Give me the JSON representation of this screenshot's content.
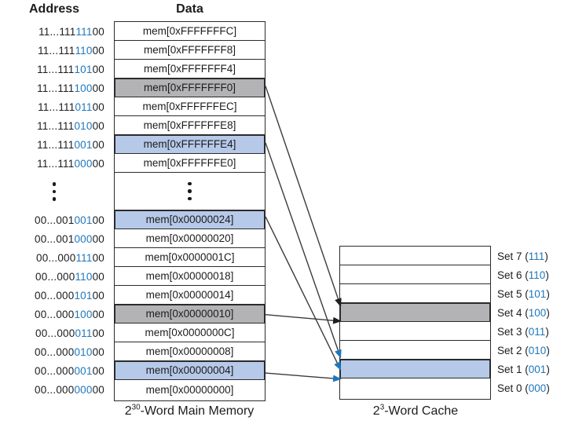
{
  "headers": {
    "address": "Address",
    "data": "Data"
  },
  "colors": {
    "ink": "#2b2b2b",
    "arrow_line": "#3b3b3b",
    "accent_blue": "#1e77bd",
    "highlight_gray": "#b3b3b6",
    "highlight_blue": "#b6c9e8"
  },
  "icons": {
    "vertical_ellipsis": "three stacked dots"
  },
  "memory": {
    "caption": {
      "base": "2",
      "exponent": "30",
      "suffix": "-Word Main Memory"
    },
    "rows_top": [
      {
        "address": {
          "tag": "11...111",
          "set": "111",
          "offset": "00"
        },
        "data": "mem[0xFFFFFFFC]",
        "highlight": "none"
      },
      {
        "address": {
          "tag": "11...111",
          "set": "110",
          "offset": "00"
        },
        "data": "mem[0xFFFFFFF8]",
        "highlight": "none"
      },
      {
        "address": {
          "tag": "11...111",
          "set": "101",
          "offset": "00"
        },
        "data": "mem[0xFFFFFFF4]",
        "highlight": "none"
      },
      {
        "address": {
          "tag": "11...111",
          "set": "100",
          "offset": "00"
        },
        "data": "mem[0xFFFFFFF0]",
        "highlight": "gray"
      },
      {
        "address": {
          "tag": "11...111",
          "set": "011",
          "offset": "00"
        },
        "data": "mem[0xFFFFFFEC]",
        "highlight": "none"
      },
      {
        "address": {
          "tag": "11...111",
          "set": "010",
          "offset": "00"
        },
        "data": "mem[0xFFFFFFE8]",
        "highlight": "none"
      },
      {
        "address": {
          "tag": "11...111",
          "set": "001",
          "offset": "00"
        },
        "data": "mem[0xFFFFFFE4]",
        "highlight": "blue"
      },
      {
        "address": {
          "tag": "11...111",
          "set": "000",
          "offset": "00"
        },
        "data": "mem[0xFFFFFFE0]",
        "highlight": "none"
      }
    ],
    "rows_bottom": [
      {
        "address": {
          "tag": "00...001",
          "set": "001",
          "offset": "00"
        },
        "data": "mem[0x00000024]",
        "highlight": "blue"
      },
      {
        "address": {
          "tag": "00...001",
          "set": "000",
          "offset": "00"
        },
        "data": "mem[0x00000020]",
        "highlight": "none"
      },
      {
        "address": {
          "tag": "00...000",
          "set": "111",
          "offset": "00"
        },
        "data": "mem[0x0000001C]",
        "highlight": "none"
      },
      {
        "address": {
          "tag": "00...000",
          "set": "110",
          "offset": "00"
        },
        "data": "mem[0x00000018]",
        "highlight": "none"
      },
      {
        "address": {
          "tag": "00...000",
          "set": "101",
          "offset": "00"
        },
        "data": "mem[0x00000014]",
        "highlight": "none"
      },
      {
        "address": {
          "tag": "00...000",
          "set": "100",
          "offset": "00"
        },
        "data": "mem[0x00000010]",
        "highlight": "gray"
      },
      {
        "address": {
          "tag": "00...000",
          "set": "011",
          "offset": "00"
        },
        "data": "mem[0x0000000C]",
        "highlight": "none"
      },
      {
        "address": {
          "tag": "00...000",
          "set": "010",
          "offset": "00"
        },
        "data": "mem[0x00000008]",
        "highlight": "none"
      },
      {
        "address": {
          "tag": "00...000",
          "set": "001",
          "offset": "00"
        },
        "data": "mem[0x00000004]",
        "highlight": "blue"
      },
      {
        "address": {
          "tag": "00...000",
          "set": "000",
          "offset": "00"
        },
        "data": "mem[0x00000000]",
        "highlight": "none"
      }
    ]
  },
  "cache": {
    "caption": {
      "base": "2",
      "exponent": "3",
      "suffix": "-Word Cache"
    },
    "sets": [
      {
        "label": "Set 7",
        "bits": "111",
        "highlight": "none"
      },
      {
        "label": "Set 6",
        "bits": "110",
        "highlight": "none"
      },
      {
        "label": "Set 5",
        "bits": "101",
        "highlight": "none"
      },
      {
        "label": "Set 4",
        "bits": "100",
        "highlight": "gray"
      },
      {
        "label": "Set 3",
        "bits": "011",
        "highlight": "none"
      },
      {
        "label": "Set 2",
        "bits": "010",
        "highlight": "none"
      },
      {
        "label": "Set 1",
        "bits": "001",
        "highlight": "blue"
      },
      {
        "label": "Set 0",
        "bits": "000",
        "highlight": "none"
      }
    ]
  },
  "arrows": [
    {
      "from_data": "mem[0xFFFFFFF0]",
      "to_set": "Set 4",
      "head": "black",
      "from_anchor": 0.37,
      "to_anchor": 0.12
    },
    {
      "from_data": "mem[0x00000010]",
      "to_set": "Set 4",
      "head": "black",
      "from_anchor": 0.5,
      "to_anchor": 0.93
    },
    {
      "from_data": "mem[0xFFFFFFE4]",
      "to_set": "Set 1",
      "head": "blue",
      "from_anchor": 0.38,
      "to_anchor": -0.15
    },
    {
      "from_data": "mem[0x00000024]",
      "to_set": "Set 1",
      "head": "blue",
      "from_anchor": 0.3,
      "to_anchor": 0.5
    },
    {
      "from_data": "mem[0x00000004]",
      "to_set": "Set 1",
      "head": "blue",
      "from_anchor": 0.6,
      "to_anchor": 1.0
    }
  ]
}
